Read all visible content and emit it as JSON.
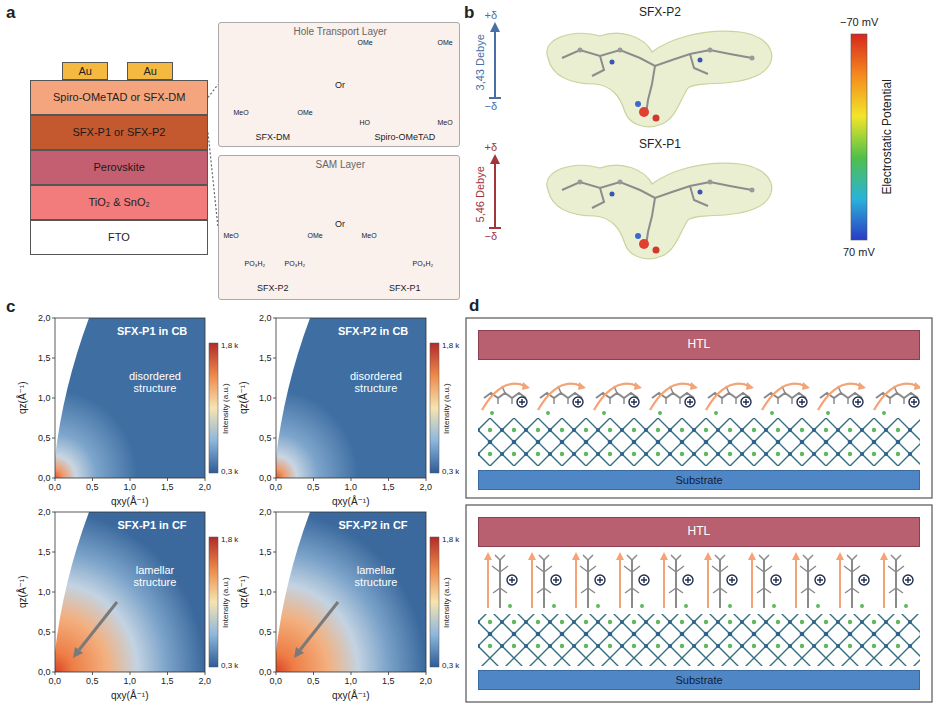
{
  "diagram": {
    "nodes": [
      {
        "text": [
          "Au"
        ]
      },
      {
        "text": [
          "Au"
        ]
      },
      {
        "text": [
          "Spiro-OMeTAD or SFX-DM"
        ]
      },
      {
        "text": [
          "SFX-P1 or SFX-P2"
        ]
      },
      {
        "text": [
          "Perovskite"
        ]
      },
      {
        "text": [
          "TiO₂ & SnO₂"
        ]
      },
      {
        "text": [
          "FTO"
        ]
      },
      {
        "text": [
          "Hole Transport Layer",
          "SFX-DM",
          "Or",
          "Spiro-OMeTAD",
          "MeO",
          "OMe",
          "OMe",
          "OMe",
          "HO",
          "MeO"
        ]
      },
      {
        "text": [
          "SAM Layer",
          "SFX-P2",
          "Or",
          "SFX-P1",
          "MeO",
          "OMe",
          "PO₃H₂",
          "PO₃H₂",
          "MeO",
          "PO₃H₂"
        ]
      },
      {
        "text": [
          "HTL"
        ]
      },
      {
        "text": [
          "Substrate"
        ]
      },
      {
        "text": [
          "HTL"
        ]
      },
      {
        "text": [
          "Substrate"
        ]
      }
    ],
    "edges": [
      {
        "from": 2,
        "to": 7,
        "arrow": "none"
      },
      {
        "from": 3,
        "to": 8,
        "arrow": "none"
      }
    ],
    "labels": [
      "a",
      "b",
      "c",
      "d",
      "SFX-P2",
      "SFX-P1",
      "+δ",
      "−δ",
      "3,43 Debye",
      "+δ",
      "−δ",
      "5,46 Debye",
      "−70 mV",
      "70 mV",
      "Electrostatic Potential",
      "SFX-P1 in CB",
      "disordered structure",
      "2,0",
      "1,5",
      "1,0",
      "0,5",
      "0,0",
      "0,0",
      "0,5",
      "1,0",
      "1,5",
      "2,0",
      "qz(Å⁻¹)",
      "qxy(Å⁻¹)",
      "1,8 k",
      "0,3 k",
      "Intensity (a.u.)",
      "SFX-P2 in CB",
      "disordered structure",
      "2,0",
      "1,5",
      "1,0",
      "0,5",
      "0,0",
      "0,0",
      "0,5",
      "1,0",
      "1,5",
      "2,0",
      "qz(Å⁻¹)",
      "qxy(Å⁻¹)",
      "1,8 k",
      "0,3 k",
      "Intensity (a.u.)",
      "SFX-P1 in CF",
      "lamellar structure",
      "2,0",
      "1,5",
      "1,0",
      "0,5",
      "0,0",
      "0,0",
      "0,5",
      "1,0",
      "1,5",
      "2,0",
      "qz(Å⁻¹)",
      "qxy(Å⁻¹)",
      "1,8 k",
      "0,3 k",
      "Intensity (a.u.)",
      "SFX-P2 in CF",
      "lamellar structure",
      "2,0",
      "1,5",
      "1,0",
      "0,5",
      "0,0",
      "0,0",
      "0,5",
      "1,0",
      "1,5",
      "2,0",
      "qz(Å⁻¹)",
      "qxy(Å⁻¹)",
      "1,8 k",
      "0,3 k",
      "Intensity (a.u.)"
    ]
  }
}
